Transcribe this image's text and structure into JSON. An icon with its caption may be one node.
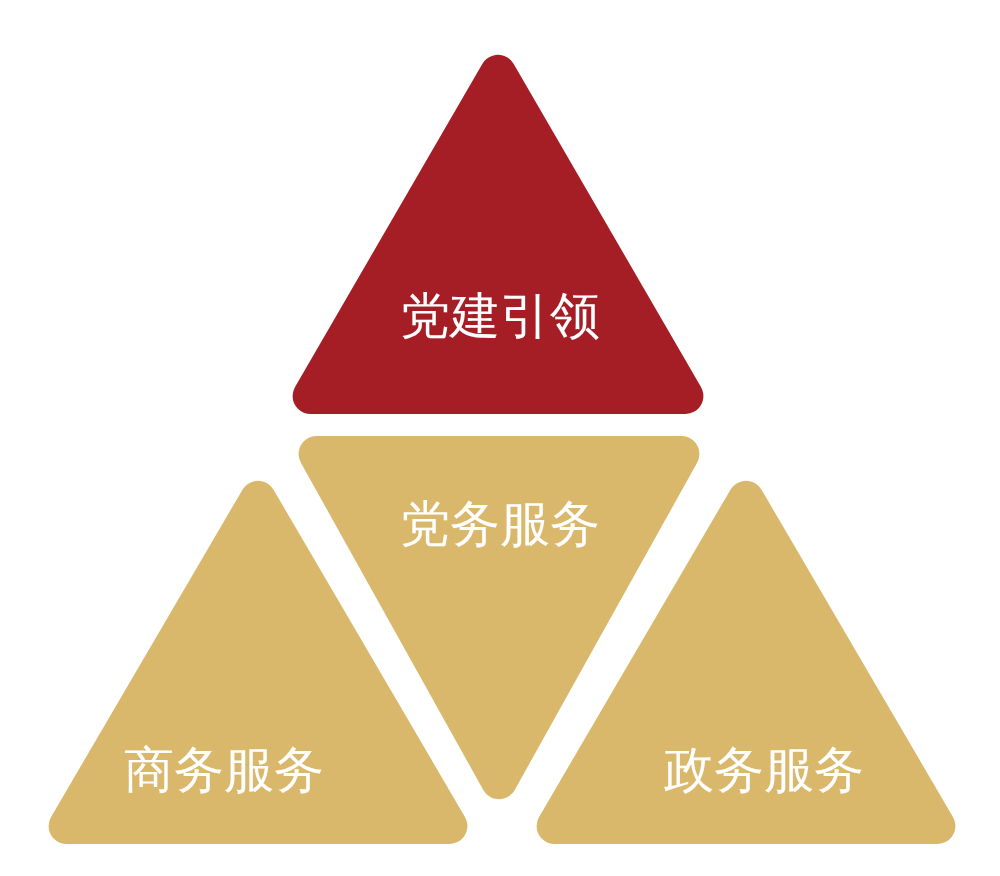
{
  "diagram": {
    "nodes": [
      {
        "text": [
          "党建引领"
        ]
      },
      {
        "text": [
          "党务服务"
        ]
      },
      {
        "text": [
          "商务服务"
        ]
      },
      {
        "text": [
          "政务服务"
        ]
      }
    ]
  }
}
